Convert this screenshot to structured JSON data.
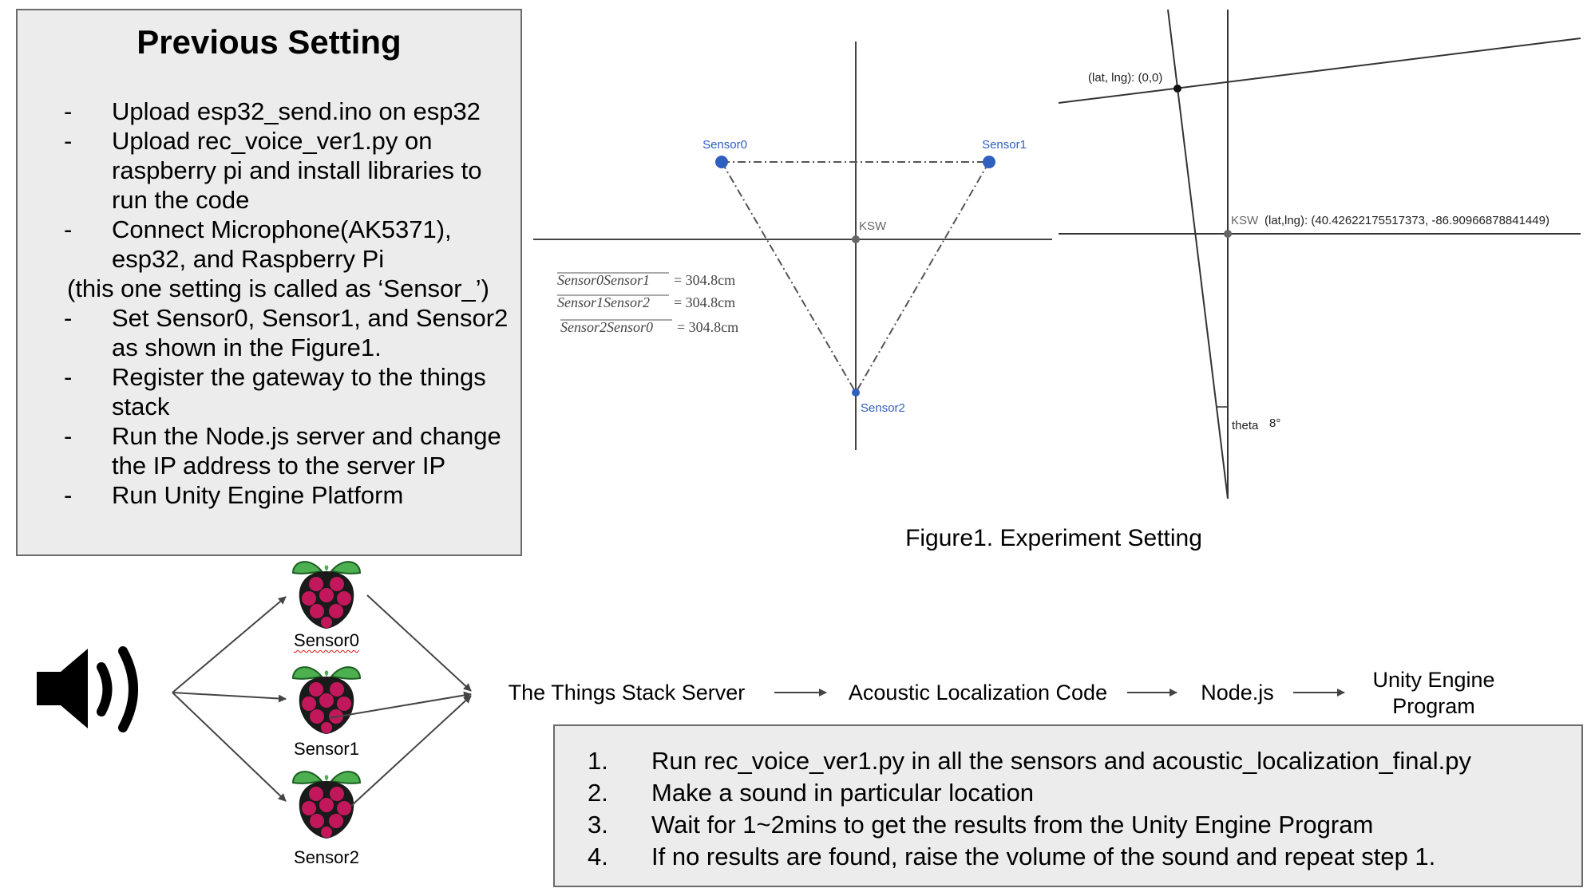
{
  "previous_setting": {
    "title": "Previous Setting",
    "items": [
      {
        "dash": "-",
        "text": "Upload esp32_send.ino on esp32"
      },
      {
        "dash": "-",
        "text": "Upload rec_voice_ver1.py on raspberry pi and install libraries to run the code"
      },
      {
        "dash": "-",
        "text": "Connect Microphone(AK5371), esp32, and Raspberry Pi"
      },
      {
        "note": "(this one setting is called as ‘Sensor_’)"
      },
      {
        "dash": "-",
        "text": "Set Sensor0, Sensor1, and Sensor2 as shown in the Figure1."
      },
      {
        "dash": "-",
        "text": "Register the gateway to the things stack"
      },
      {
        "dash": "-",
        "text": "Run the Node.js server and change the IP address to the server IP"
      },
      {
        "dash": "-",
        "text": "Run Unity Engine Platform"
      }
    ]
  },
  "figure1": {
    "caption": "Figure1. Experiment Setting",
    "left": {
      "sensor0": "Sensor0",
      "sensor1": "Sensor1",
      "sensor2": "Sensor2",
      "center": "KSW",
      "equations": [
        {
          "lhs": "Sensor0Sensor1",
          "rhs": "= 304.8cm"
        },
        {
          "lhs": "Sensor1Sensor2",
          "rhs": "= 304.8cm"
        },
        {
          "lhs": "Sensor2Sensor0",
          "rhs": "= 304.8cm"
        }
      ]
    },
    "right": {
      "origin_label": "(lat, lng): (0,0)",
      "ksw_label": "KSW",
      "ksw_coords": "(lat,lng): (40.42622175517373, -86.90966878841449)",
      "theta_label": "theta",
      "theta_value": "8°"
    }
  },
  "flow": {
    "speaker_icon": "speaker-icon",
    "sensor_icon": "raspberry-pi-icon",
    "sensors": [
      "Sensor0",
      "Sensor1",
      "Sensor2"
    ],
    "stages": [
      "The Things Stack Server",
      "Acoustic Localization Code",
      "Node.js",
      "Unity Engine Program"
    ],
    "colors": {
      "berry": "#c2185b",
      "leaf": "#43a047",
      "arrow": "#555555"
    }
  },
  "steps": [
    {
      "num": "1.",
      "text": "Run rec_voice_ver1.py in all the sensors and acoustic_localization_final.py"
    },
    {
      "num": "2.",
      "text": "Make a sound in particular location"
    },
    {
      "num": "3.",
      "text": "Wait for 1~2mins to get the results from the Unity Engine Program"
    },
    {
      "num": "4.",
      "text": "If no results are found, raise the volume of the sound and repeat step 1."
    }
  ]
}
